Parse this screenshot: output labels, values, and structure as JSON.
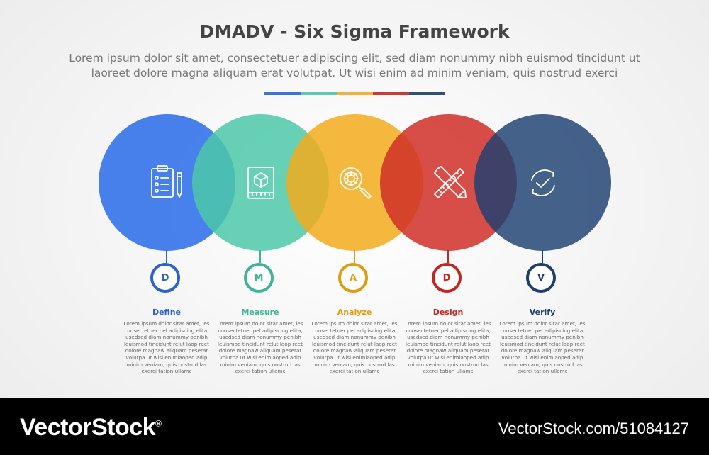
{
  "header": {
    "title": "DMADV - Six Sigma Framework",
    "subtitle": "Lorem ipsum dolor sit amet, consectetuer adipiscing elit, sed diam nonummy nibh euismod tincidunt ut laoreet dolore magna aliquam erat volutpat. Ut wisi enim ad minim veniam, quis nostrud exerci"
  },
  "divider_colors": [
    "#3a74d9",
    "#5fc9b2",
    "#f2b23a",
    "#cc3b35",
    "#2c4f7c"
  ],
  "steps": [
    {
      "letter": "D",
      "title": "Define",
      "icon": "clipboard-checklist-icon",
      "color": "#2f6fe8",
      "fill": "rgba(47,111,232,0.88)",
      "dark": "#2a63cc",
      "desc": "Lorem ipsum dolor sitar amet, les consectetuer pel adipiscing elita, usedsed diam nonummy penibh leuismod tincidunt relut laop reet dolore magnaw aliquam peserat volutpa ut wisi enimlaoped adip minim veniam, quis nostrud las exerci tation ullamc"
    },
    {
      "letter": "M",
      "title": "Measure",
      "icon": "measure-box-icon",
      "color": "#4cc8a8",
      "fill": "rgba(76,200,168,0.85)",
      "dark": "#3fb596",
      "desc": "Lorem ipsum dolor sitar amet, les consectetuer pel adipiscing elita, usedsed diam nonummy penibh leuismod tincidunt relut laop reet dolore magnaw aliquam peserat volutpa ut wisi enimlaoped adip minim veniam, quis nostrud las exerci tation ullamc"
    },
    {
      "letter": "A",
      "title": "Analyze",
      "icon": "gear-magnifier-icon",
      "color": "#f2ac1c",
      "fill": "rgba(242,172,28,0.85)",
      "dark": "#e09c10",
      "desc": "Lorem ipsum dolor sitar amet, les consectetuer pel adipiscing elita, usedsed diam nonummy penibh leuismod tincidunt relut laop reet dolore magnaw aliquam peserat volutpa ut wisi enimlaoped adip minim veniam, quis nostrud las exerci tation ullamc"
    },
    {
      "letter": "D",
      "title": "Design",
      "icon": "pencil-ruler-icon",
      "color": "#cf2f27",
      "fill": "rgba(207,47,39,0.85)",
      "dark": "#c2261f",
      "desc": "Lorem ipsum dolor sitar amet, les consectetuer pel adipiscing elita, usedsed diam nonummy penibh leuismod tincidunt relut laop reet dolore magnaw aliquam peserat volutpa ut wisi enimlaoped adip minim veniam, quis nostrud las exerci tation ullamc"
    },
    {
      "letter": "V",
      "title": "Verify",
      "icon": "check-cycle-icon",
      "color": "#1c3f72",
      "fill": "rgba(28,63,114,0.82)",
      "dark": "#1d3f70",
      "desc": "Lorem ipsum dolor sitar amet, les consectetuer pel adipiscing elita, usedsed diam nonummy penibh leuismod tincidunt relut laop reet dolore magnaw aliquam peserat volutpa ut wisi enimlaoped adip minim veniam, quis nostrud las exerci tation ullamc"
    }
  ],
  "footer": {
    "brand": "VectorStock",
    "brand_mark": "®",
    "image_id": "VectorStock.com/51084127"
  }
}
